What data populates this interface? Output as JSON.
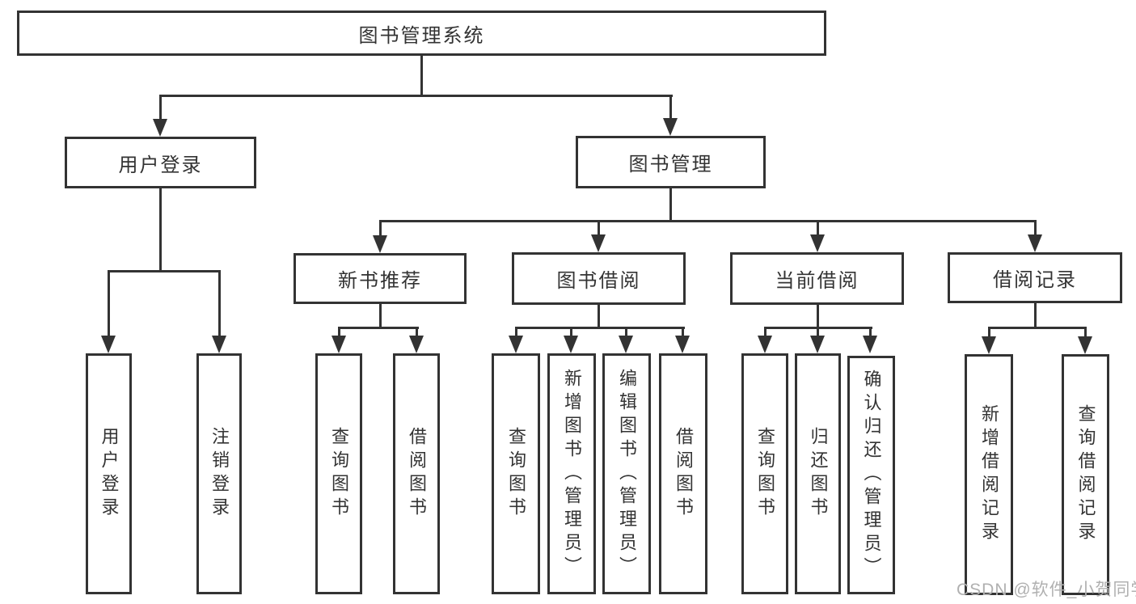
{
  "diagram": {
    "root": {
      "label": "图书管理系统"
    },
    "branches": [
      {
        "label": "用户登录",
        "children": [
          {
            "label": "用户登录"
          },
          {
            "label": "注销登录"
          }
        ]
      },
      {
        "label": "图书管理",
        "categories": [
          {
            "label": "新书推荐",
            "children": [
              {
                "label": "查询图书"
              },
              {
                "label": "借阅图书"
              }
            ]
          },
          {
            "label": "图书借阅",
            "children": [
              {
                "label": "查询图书"
              },
              {
                "label": "新增图书（管理员）"
              },
              {
                "label": "编辑图书（管理员）"
              },
              {
                "label": "借阅图书"
              }
            ]
          },
          {
            "label": "当前借阅",
            "children": [
              {
                "label": "查询图书"
              },
              {
                "label": "归还图书"
              },
              {
                "label": "确认归还（管理员）"
              }
            ]
          },
          {
            "label": "借阅记录",
            "children": [
              {
                "label": "新增借阅记录"
              },
              {
                "label": "查询借阅记录"
              }
            ]
          }
        ]
      }
    ],
    "watermark": "CSDN @软件_小贺同学",
    "colors": {
      "line": "#333333",
      "text": "#333333",
      "watermark": "#b0b0b0",
      "background": "#ffffff"
    }
  }
}
